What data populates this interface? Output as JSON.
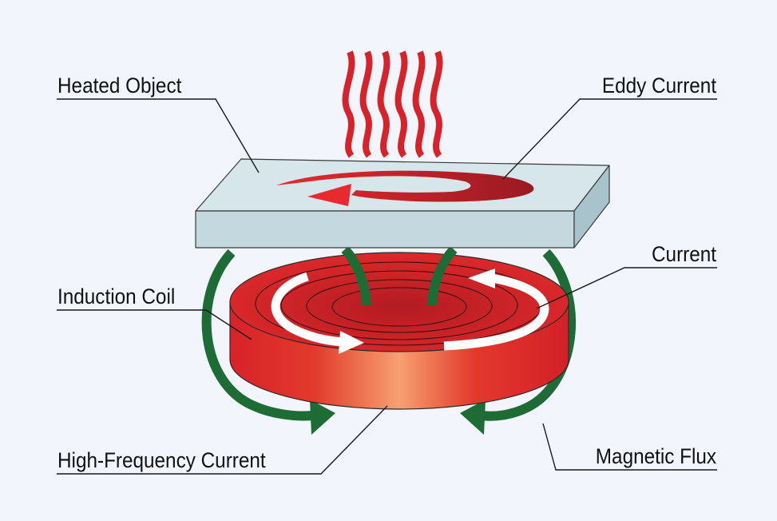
{
  "labels": {
    "heated_object": "Heated Object",
    "eddy_current": "Eddy Current",
    "current": "Current",
    "induction_coil": "Induction Coil",
    "high_frequency_current": "High-Frequency Current",
    "magnetic_flux": "Magnetic Flux"
  },
  "colors": {
    "background": "#f2f5fb",
    "heat_waves": "#d8222a",
    "plate_top": "#d6e6ea",
    "plate_front": "#c3d9df",
    "plate_side": "#a8c3cb",
    "eddy_arrow": "#d8222a",
    "coil": "#d8222a",
    "coil_highlight": "#f7a070",
    "magnetic_flux": "#1d6b35",
    "current_arrows": "#ffffff"
  }
}
